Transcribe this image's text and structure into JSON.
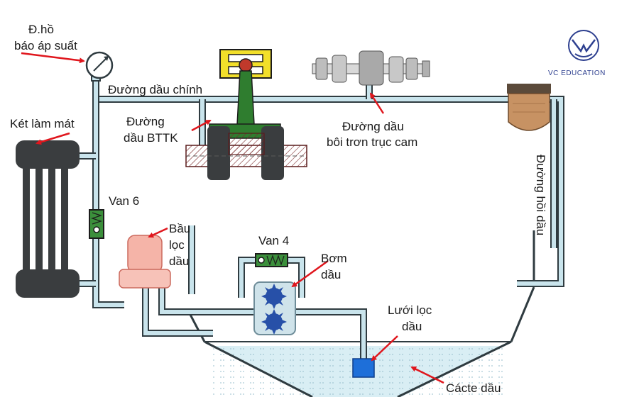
{
  "labels": {
    "pressure_gauge": [
      "Đ.hồ",
      "báo áp suất"
    ],
    "main_oil_line": "Đường dầu chính",
    "crank_oil_line": [
      "Đường",
      "dầu BTTK"
    ],
    "camshaft_oil_line": [
      "Đường dầu",
      "bôi trơn trục cam"
    ],
    "radiator": "Két làm mát",
    "valve6": "Van 6",
    "oil_filter": [
      "Bầu",
      "lọc",
      "dầu"
    ],
    "valve4": "Van 4",
    "oil_pump": [
      "Bơm",
      "dầu"
    ],
    "strainer": [
      "Lưới lọc",
      "dầu"
    ],
    "sump": "Cácte dầu",
    "return_line": "Đường hồi dầu"
  },
  "brand": {
    "name": "VC EDUCATION"
  },
  "colors": {
    "pipe_outline": "#2f3b40",
    "pipe_fill": "#c9e4ec",
    "arrow": "#e0161d",
    "oil": "#d9eef4",
    "piston_green": "#2f7d2f",
    "piston_yellow": "#f2df2a",
    "filter": "#f5b4a8",
    "strainer": "#1e6fd9",
    "brand": "#2d3f8f"
  }
}
